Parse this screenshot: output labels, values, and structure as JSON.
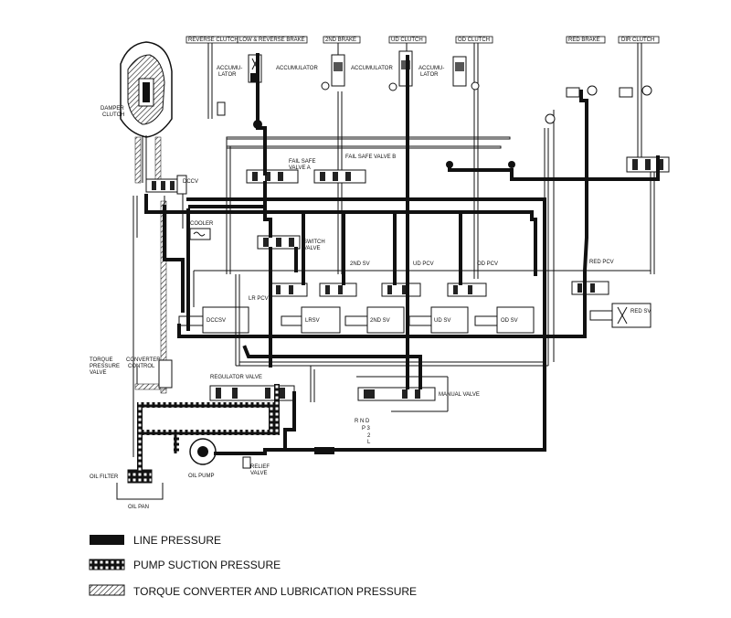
{
  "diagram": {
    "labels": {
      "reverse_clutch": "REVERSE CLUTCH",
      "low_reverse_brake": "LOW & REVERSE BRAKE",
      "second_brake": "2ND BRAKE",
      "ud_clutch": "UD CLUTCH",
      "od_clutch": "OD CLUTCH",
      "red_brake": "RED BRAKE",
      "dir_clutch": "DIR CLUTCH",
      "accumulator_1a": "ACCUMU-",
      "accumulator_1b": "LATOR",
      "accumulator_2": "ACCUMULATOR",
      "accumulator_3": "ACCUMULATOR",
      "accumulator_4a": "ACCUMU-",
      "accumulator_4b": "LATOR",
      "damper_clutch_a": "DAMPER",
      "damper_clutch_b": "CLUTCH",
      "fail_safe_a_1": "FAIL SAFE",
      "fail_safe_a_2": "VALVE A",
      "fail_safe_b": "FAIL SAFE VALVE B",
      "dccv": "DCCV",
      "cooler": "COOLER",
      "switch_valve_1": "SWITCH",
      "switch_valve_2": "VALVE",
      "second_sv_top": "2ND SV",
      "ud_pcv": "UD PCV",
      "od_pcv": "OD PCV",
      "red_pcv": "RED PCV",
      "lr_pcv": "LR PCV",
      "lrsv": "LRSV",
      "second_sv": "2ND SV",
      "ud_sv": "UD SV",
      "od_sv": "OD SV",
      "red_sv": "RED SV",
      "dccsv": "DCCSV",
      "tpv_1": "TORQUE",
      "tpv_2": "PRESSURE",
      "tpv_3": "VALVE",
      "conv_ctrl_1": "CONVERTER",
      "conv_ctrl_2": "CONTROL",
      "regulator_valve": "REGULATOR VALVE",
      "manual_valve": "MANUAL VALVE",
      "oil_filter": "OIL FILTER",
      "oil_pump": "OIL PUMP",
      "oil_pan": "OIL PAN",
      "relief_1": "RELIEF",
      "relief_2": "VALVE",
      "shift_1": "R N D",
      "shift_2": "P 3",
      "shift_3": "2",
      "shift_4": "L"
    },
    "legend": {
      "line_pressure": "LINE PRESSURE",
      "pump_suction": "PUMP SUCTION PRESSURE",
      "torque_lube": "TORQUE CONVERTER AND LUBRICATION PRESSURE"
    }
  }
}
